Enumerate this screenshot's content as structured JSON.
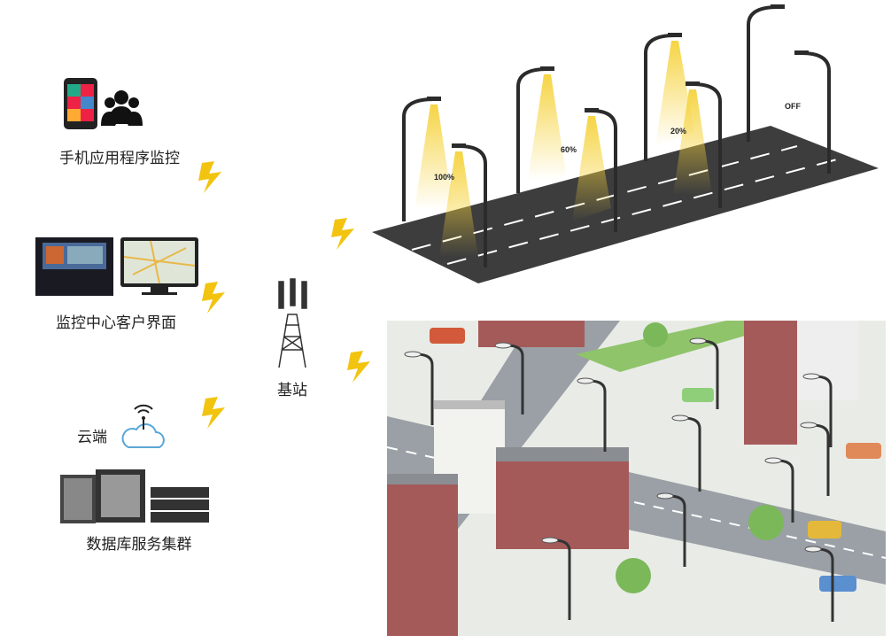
{
  "labels": {
    "mobile": "手机应用程序监控",
    "control_center": "监控中心客户界面",
    "base_station": "基站",
    "cloud": "云端",
    "database": "数据库服务集群"
  },
  "lamp_levels": [
    "100%",
    "60%",
    "20%",
    "OFF"
  ],
  "colors": {
    "bolt": "#f2c40f",
    "road": "#3d3d3d",
    "light": "#f5d23a",
    "grass": "#8fc46a"
  }
}
